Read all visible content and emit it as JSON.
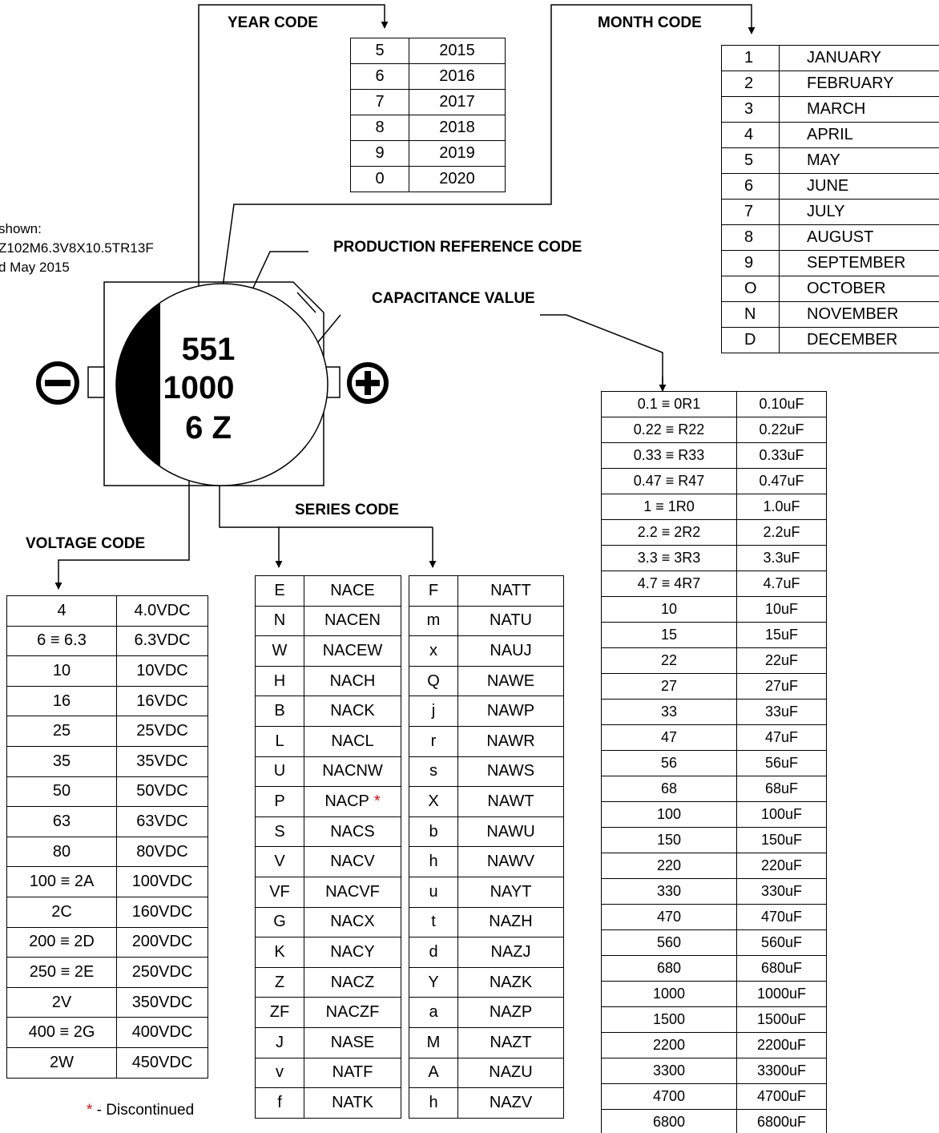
{
  "labels": {
    "year_code": "YEAR CODE",
    "month_code": "MONTH CODE",
    "production_reference_code": "PRODUCTION REFERENCE CODE",
    "capacitance_value": "CAPACITANCE VALUE",
    "series_code": "SERIES CODE",
    "voltage_code": "VOLTAGE CODE"
  },
  "example_note": {
    "line1": "shown:",
    "line2": "Z102M6.3V8X10.5TR13F",
    "line3": "d May 2015"
  },
  "capacitor": {
    "line1": "551",
    "line2": "1000",
    "line3": "6 Z",
    "negative_symbol": "minus-terminal",
    "positive_symbol": "plus-terminal"
  },
  "footnote": {
    "star": "*",
    "text": " - Discontinued"
  },
  "year_table": [
    [
      "5",
      "2015"
    ],
    [
      "6",
      "2016"
    ],
    [
      "7",
      "2017"
    ],
    [
      "8",
      "2018"
    ],
    [
      "9",
      "2019"
    ],
    [
      "0",
      "2020"
    ]
  ],
  "month_table": [
    [
      "1",
      "JANUARY"
    ],
    [
      "2",
      "FEBRUARY"
    ],
    [
      "3",
      "MARCH"
    ],
    [
      "4",
      "APRIL"
    ],
    [
      "5",
      "MAY"
    ],
    [
      "6",
      "JUNE"
    ],
    [
      "7",
      "JULY"
    ],
    [
      "8",
      "AUGUST"
    ],
    [
      "9",
      "SEPTEMBER"
    ],
    [
      "O",
      "OCTOBER"
    ],
    [
      "N",
      "NOVEMBER"
    ],
    [
      "D",
      "DECEMBER"
    ]
  ],
  "capacitance_table": [
    [
      "0.1 ≡ 0R1",
      "0.10uF"
    ],
    [
      "0.22 ≡ R22",
      "0.22uF"
    ],
    [
      "0.33 ≡ R33",
      "0.33uF"
    ],
    [
      "0.47 ≡ R47",
      "0.47uF"
    ],
    [
      "1 ≡ 1R0",
      "1.0uF"
    ],
    [
      "2.2 ≡ 2R2",
      "2.2uF"
    ],
    [
      "3.3 ≡ 3R3",
      "3.3uF"
    ],
    [
      "4.7 ≡ 4R7",
      "4.7uF"
    ],
    [
      "10",
      "10uF"
    ],
    [
      "15",
      "15uF"
    ],
    [
      "22",
      "22uF"
    ],
    [
      "27",
      "27uF"
    ],
    [
      "33",
      "33uF"
    ],
    [
      "47",
      "47uF"
    ],
    [
      "56",
      "56uF"
    ],
    [
      "68",
      "68uF"
    ],
    [
      "100",
      "100uF"
    ],
    [
      "150",
      "150uF"
    ],
    [
      "220",
      "220uF"
    ],
    [
      "330",
      "330uF"
    ],
    [
      "470",
      "470uF"
    ],
    [
      "560",
      "560uF"
    ],
    [
      "680",
      "680uF"
    ],
    [
      "1000",
      "1000uF"
    ],
    [
      "1500",
      "1500uF"
    ],
    [
      "2200",
      "2200uF"
    ],
    [
      "3300",
      "3300uF"
    ],
    [
      "4700",
      "4700uF"
    ],
    [
      "6800",
      "6800uF"
    ]
  ],
  "voltage_table": [
    [
      "4",
      "4.0VDC"
    ],
    [
      "6 ≡ 6.3",
      "6.3VDC"
    ],
    [
      "10",
      "10VDC"
    ],
    [
      "16",
      "16VDC"
    ],
    [
      "25",
      "25VDC"
    ],
    [
      "35",
      "35VDC"
    ],
    [
      "50",
      "50VDC"
    ],
    [
      "63",
      "63VDC"
    ],
    [
      "80",
      "80VDC"
    ],
    [
      "100 ≡ 2A",
      "100VDC"
    ],
    [
      "2C",
      "160VDC"
    ],
    [
      "200 ≡ 2D",
      "200VDC"
    ],
    [
      "250 ≡ 2E",
      "250VDC"
    ],
    [
      "2V",
      "350VDC"
    ],
    [
      "400 ≡ 2G",
      "400VDC"
    ],
    [
      "2W",
      "450VDC"
    ]
  ],
  "series_table_1": [
    [
      "E",
      "NACE"
    ],
    [
      "N",
      "NACEN"
    ],
    [
      "W",
      "NACEW"
    ],
    [
      "H",
      "NACH"
    ],
    [
      "B",
      "NACK"
    ],
    [
      "L",
      "NACL"
    ],
    [
      "U",
      "NACNW"
    ],
    [
      "P",
      "NACP"
    ],
    [
      "S",
      "NACS"
    ],
    [
      "V",
      "NACV"
    ],
    [
      "VF",
      "NACVF"
    ],
    [
      "G",
      "NACX"
    ],
    [
      "K",
      "NACY"
    ],
    [
      "Z",
      "NACZ"
    ],
    [
      "ZF",
      "NACZF"
    ],
    [
      "J",
      "NASE"
    ],
    [
      "v",
      "NATF"
    ],
    [
      "f",
      "NATK"
    ]
  ],
  "series_table_1_discontinued": [
    "NACP"
  ],
  "series_table_2": [
    [
      "F",
      "NATT"
    ],
    [
      "m",
      "NATU"
    ],
    [
      "x",
      "NAUJ"
    ],
    [
      "Q",
      "NAWE"
    ],
    [
      "j",
      "NAWP"
    ],
    [
      "r",
      "NAWR"
    ],
    [
      "s",
      "NAWS"
    ],
    [
      "X",
      "NAWT"
    ],
    [
      "b",
      "NAWU"
    ],
    [
      "h",
      "NAWV"
    ],
    [
      "u",
      "NAYT"
    ],
    [
      "t",
      "NAZH"
    ],
    [
      "d",
      "NAZJ"
    ],
    [
      "Y",
      "NAZK"
    ],
    [
      "a",
      "NAZP"
    ],
    [
      "M",
      "NAZT"
    ],
    [
      "A",
      "NAZU"
    ],
    [
      "h",
      "NAZV"
    ]
  ]
}
